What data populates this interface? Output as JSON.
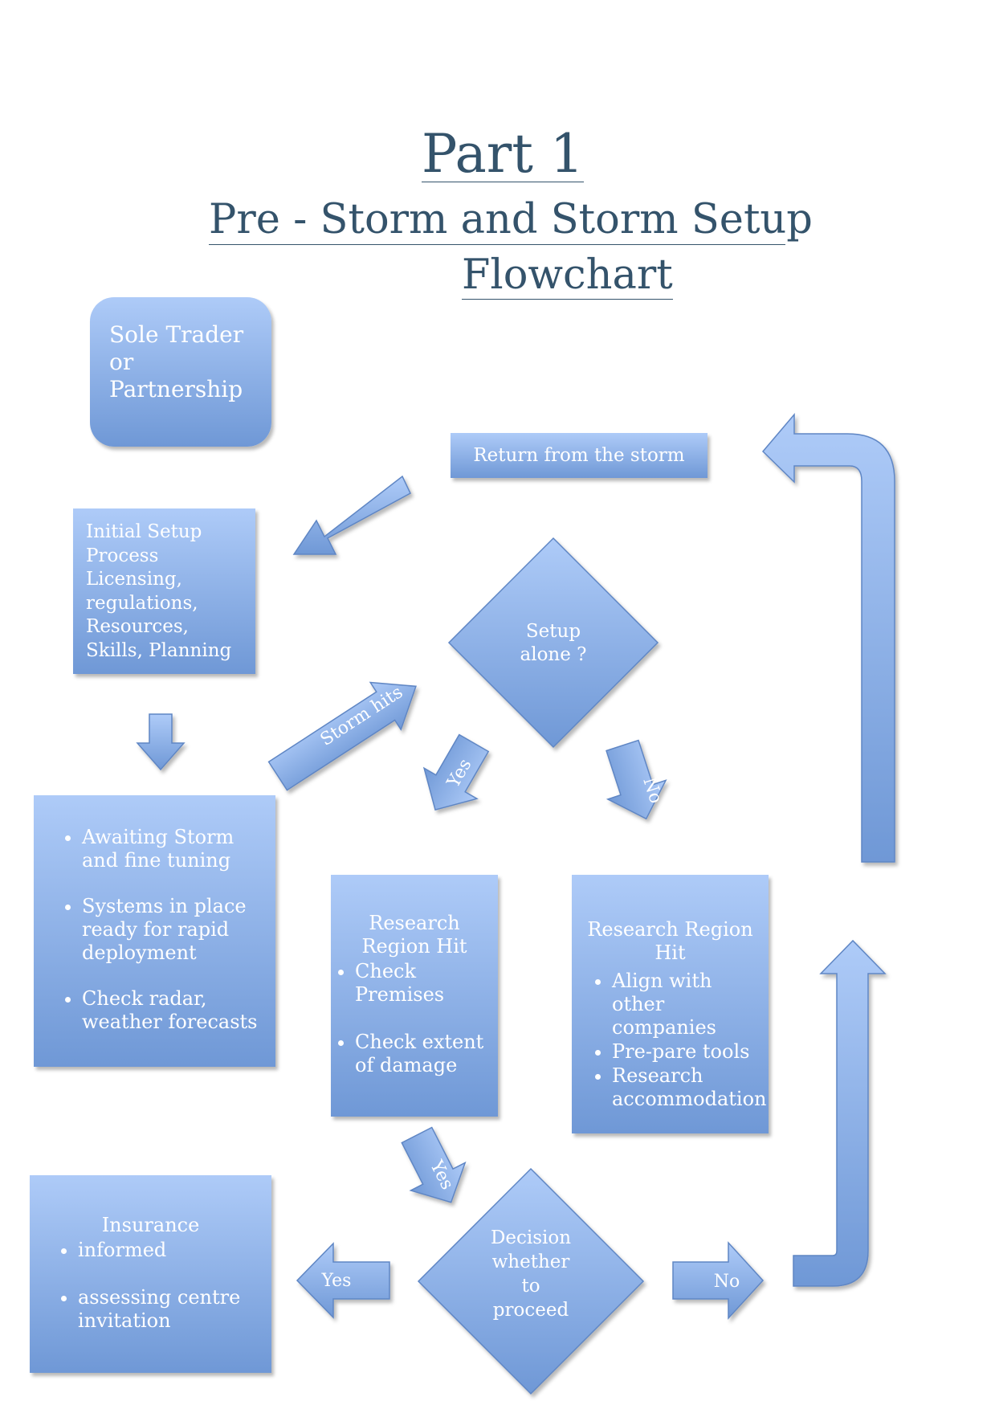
{
  "title": {
    "line1": "Part 1",
    "line2": "Pre - Storm and Storm Setup",
    "line3": "Flowchart"
  },
  "nodes": {
    "sole_trader": "Sole Trader or Partnership",
    "return": "Return from the storm",
    "initial_setup": "Initial Setup Process Licensing, regulations, Resources, Skills, Planning",
    "setup_alone_l1": "Setup",
    "setup_alone_l2": "alone ?",
    "awaiting": [
      "Awaiting Storm and fine tuning",
      "Systems in place ready for rapid deployment",
      "Check radar, weather forecasts"
    ],
    "research_left": {
      "heading": "Research Region Hit",
      "items": [
        "Check Premises",
        "Check extent of damage"
      ]
    },
    "research_right": {
      "heading": "Research Region Hit",
      "items": [
        "Align with other companies",
        "Pre-pare tools",
        "Research accommodation"
      ]
    },
    "decision_l1": "Decision",
    "decision_l2": "whether",
    "decision_l3": "to",
    "decision_l4": "proceed",
    "insurance": {
      "heading": "Insurance",
      "items": [
        "informed",
        "assessing centre invitation"
      ]
    }
  },
  "arrow_labels": {
    "storm_hits": "Storm hits",
    "yes_left": "Yes",
    "no_right": "No",
    "yes_down": "Yes",
    "yes_insurance": "Yes",
    "no_loop": "No"
  },
  "colors": {
    "title": "#34536b",
    "fill_light": "#aecbf8",
    "fill_dark": "#6f98d6",
    "stroke": "#5f86c4"
  }
}
